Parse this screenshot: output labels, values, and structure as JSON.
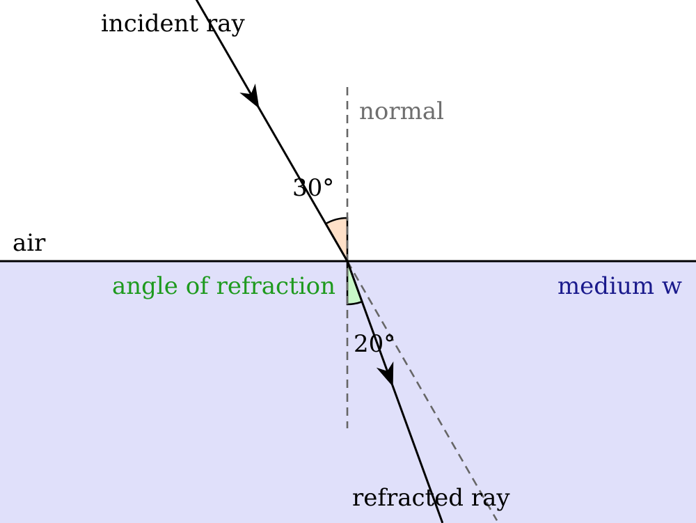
{
  "labels": {
    "incident_ray": "incident ray",
    "normal": "normal",
    "incident_angle": "30°",
    "air": "air",
    "angle_of_refraction": "angle of refraction",
    "medium": "medium w",
    "refraction_angle": "20°",
    "refracted_ray": "refracted ray"
  },
  "angles": {
    "incidence_deg": 30,
    "refraction_deg": 20
  },
  "colors": {
    "medium_fill": "#e0e0fa",
    "incident_arc_fill": "#ffe0c8",
    "refraction_arc_fill": "#c8f7c8",
    "ray": "#000000",
    "normal_line": "#666666",
    "normal_text": "#6e6e6e",
    "angle_of_refraction_text": "#1e9a1e",
    "medium_text": "#1a1a8c"
  }
}
